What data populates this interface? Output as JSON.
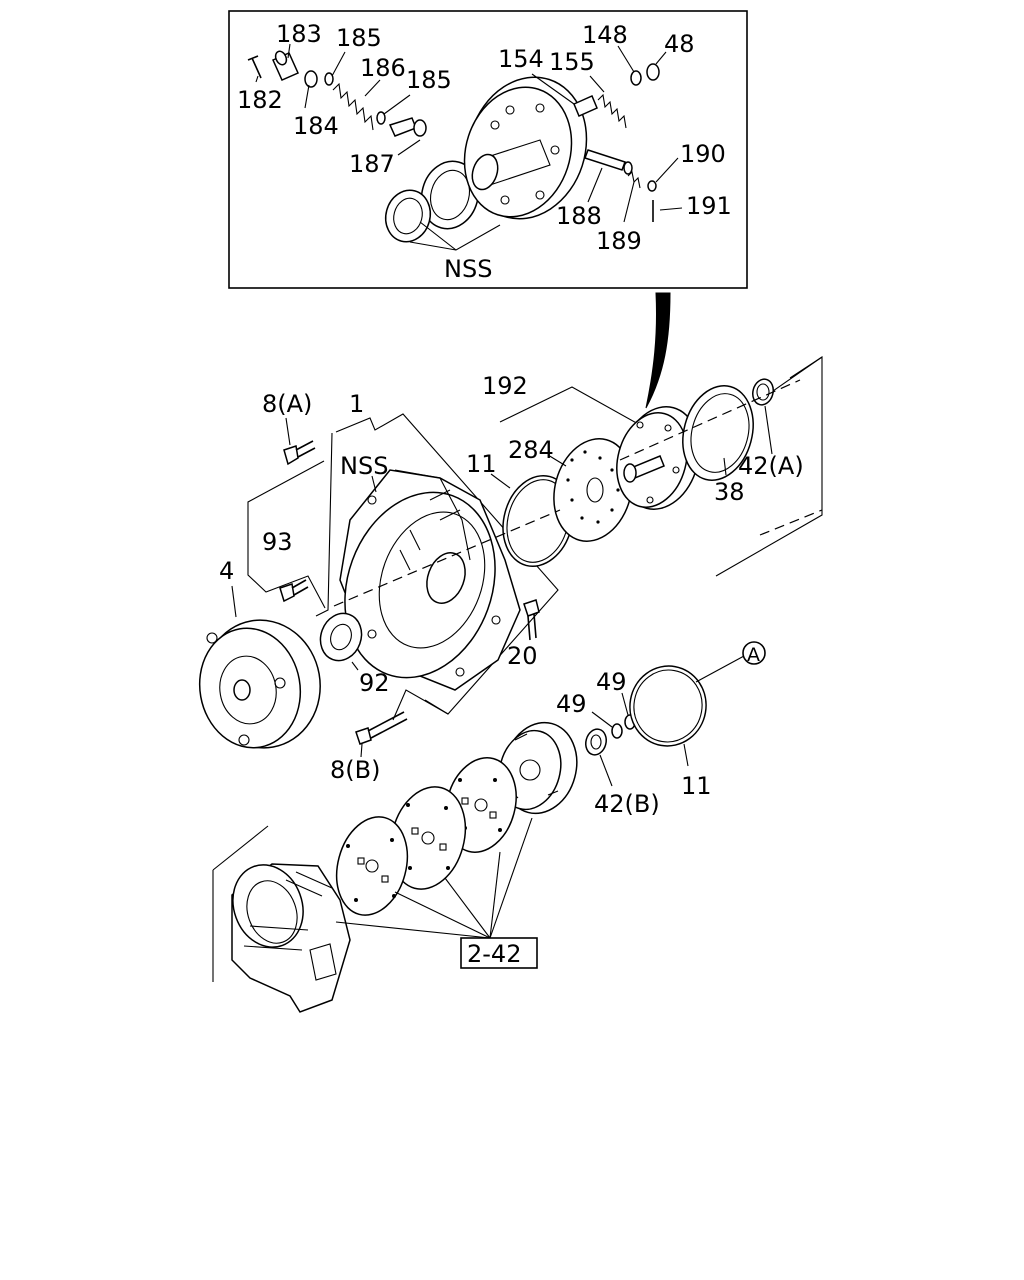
{
  "inset_labels": {
    "p183": "183",
    "p185a": "185",
    "p186": "186",
    "p185b": "185",
    "p182": "182",
    "p184": "184",
    "p187": "187",
    "p148": "148",
    "p48": "48",
    "p154": "154",
    "p155": "155",
    "p190": "190",
    "p191": "191",
    "p188": "188",
    "p189": "189",
    "nss": "NSS"
  },
  "main_labels": {
    "p192": "192",
    "p8a": "8(A)",
    "p1": "1",
    "nss": "NSS",
    "p284": "284",
    "p11a": "11",
    "p42a": "42(A)",
    "p38": "38",
    "p93": "93",
    "p4": "4",
    "p20": "20",
    "p92": "92",
    "p8b": "8(B)",
    "p49a": "49",
    "p49b": "49",
    "p42b": "42(B)",
    "p11b": "11",
    "callout_a": "A"
  },
  "reference_box": "2-42",
  "icons": [
    "valve-spring",
    "oil-pump",
    "torque-converter",
    "converter-housing",
    "flex-plate",
    "transmission-case",
    "o-ring",
    "bolt"
  ]
}
